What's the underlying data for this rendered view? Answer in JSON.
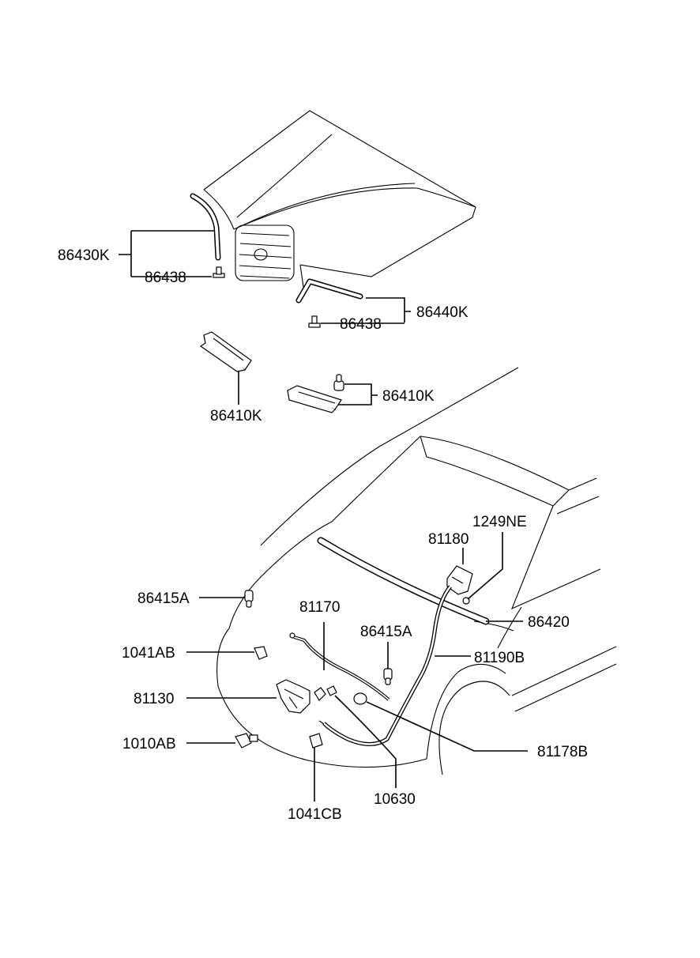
{
  "diagram": {
    "labels": {
      "p86430K": "86430K",
      "p86438_left": "86438",
      "p86440K": "86440K",
      "p86438_right": "86438",
      "p86410K_left": "86410K",
      "p86410K_right": "86410K",
      "p1249NE": "1249NE",
      "p81180": "81180",
      "p86415A_left": "86415A",
      "p81170": "81170",
      "p86420": "86420",
      "p86415A_mid": "86415A",
      "p1041AB": "1041AB",
      "p81190B": "81190B",
      "p81130": "81130",
      "p1010AB": "1010AB",
      "p81178B": "81178B",
      "p10630": "10630",
      "p1041CB": "1041CB"
    }
  }
}
